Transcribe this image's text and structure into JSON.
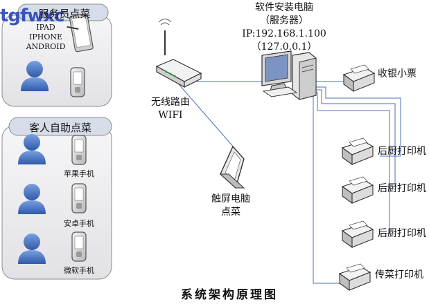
{
  "watermark": "tgfwxc",
  "server": {
    "line1": "软件安装电脑",
    "line2": "（服务器）",
    "line3": "IP:192.168.1.100",
    "line4": "（127.0.0.1）"
  },
  "waiter_group": {
    "title": "服务员点菜",
    "devices": [
      "IPAD",
      "IPHONE",
      "ANDROID"
    ]
  },
  "guest_group": {
    "title": "客人自助点菜",
    "phones": [
      "苹果手机",
      "安卓手机",
      "微软手机"
    ]
  },
  "router": {
    "line1": "无线路由",
    "line2": "WIFI"
  },
  "touch": {
    "line1": "触屏电脑",
    "line2": "点菜"
  },
  "printers": [
    "收银小票",
    "后厨打印机",
    "后厨打印机",
    "后厨打印机",
    "传菜打印机"
  ],
  "caption": "系统架构原理图",
  "colors": {
    "group_fill": "#ececef",
    "title_fill": "#d6dde8",
    "person": "#4f78c8",
    "line": "#4a6db8",
    "watermark": "#2a44b8"
  }
}
